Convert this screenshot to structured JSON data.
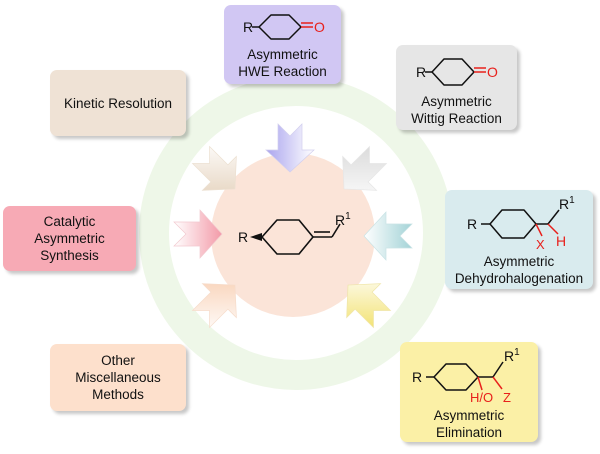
{
  "colors": {
    "ring": "#eef7e8",
    "center_disc": "#fbe4d8",
    "hwe_box": "#d1c7f3",
    "wittig_box": "#e6e6e6",
    "kinetic_box": "#efe2d5",
    "catalytic_box": "#f7aab5",
    "misc_box": "#fde0cc",
    "dehydro_box": "#d9ebee",
    "elim_box": "#fbf0a6",
    "red": "#e8201c"
  },
  "center": {
    "r_label": "R",
    "r1_label": "R",
    "r1_sup": "1"
  },
  "hwe": {
    "line1": "Asymmetric",
    "line2": "HWE Reaction",
    "r_label": "R",
    "o_label": "O"
  },
  "wittig": {
    "line1": "Asymmetric",
    "line2": "Wittig Reaction",
    "r_label": "R",
    "o_label": "O"
  },
  "kinetic": {
    "label": "Kinetic Resolution"
  },
  "catalytic": {
    "line1": "Catalytic",
    "line2": "Asymmetric",
    "line3": "Synthesis"
  },
  "misc": {
    "line1": "Other",
    "line2": "Miscellaneous",
    "line3": "Methods"
  },
  "dehydro": {
    "line1": "Asymmetric",
    "line2": "Dehydrohalogenation",
    "r_label": "R",
    "x_label": "X",
    "h_label": "H",
    "r1_label": "R",
    "r1_sup": "1"
  },
  "elim": {
    "line1": "Asymmetric",
    "line2": "Elimination",
    "r_label": "R",
    "ho_label": "H/O",
    "z_label": "Z",
    "r1_label": "R",
    "r1_sup": "1"
  }
}
